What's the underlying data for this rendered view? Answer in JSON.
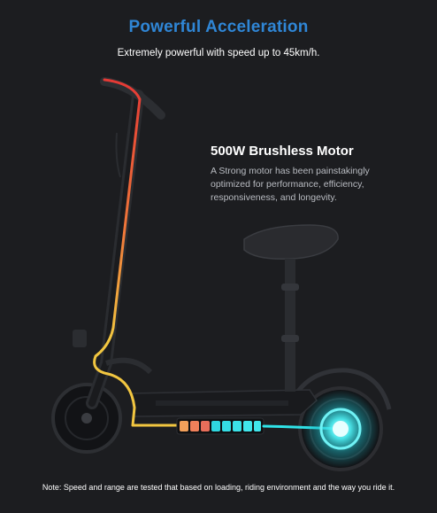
{
  "colors": {
    "background": "#1c1d20",
    "headline": "#2f86d6",
    "text": "#ffffff",
    "muted": "#b9bcc2",
    "accent_red": "#e53935",
    "accent_yellow": "#f2c640",
    "accent_cyan": "#28e1e6"
  },
  "header": {
    "headline": "Powerful Acceleration",
    "subheadline": "Extremely powerful with speed up to 45km/h."
  },
  "feature": {
    "title": "500W Brushless Motor",
    "description": "A Strong motor has been painstakingly optimized for performance, efficiency, responsiveness, and longevity."
  },
  "footer": {
    "note": "Note: Speed and range are tested that based on loading, riding environment and the way you ride it."
  },
  "illustration": {
    "subject": "electric-scooter-with-seat",
    "highlight": "power-flow-from-handlebar-to-rear-hub-motor",
    "icon_names": [
      "scooter-icon",
      "motor-glow-icon",
      "battery-cells-icon"
    ]
  }
}
